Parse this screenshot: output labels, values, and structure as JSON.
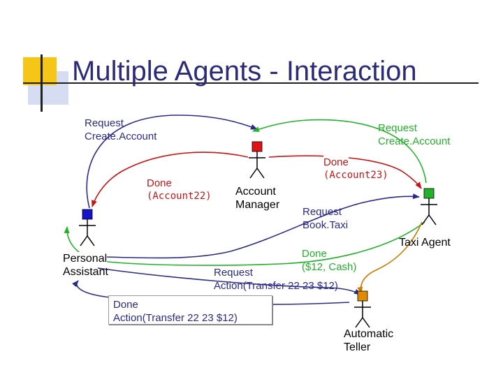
{
  "slide": {
    "title": "Multiple Agents - Interaction"
  },
  "agents": {
    "personal_assistant": {
      "line1": "Personal",
      "line2": "Assistant",
      "head_color": "#1414c8"
    },
    "account_manager": {
      "line1": "Account",
      "line2": "Manager",
      "head_color": "#e01414"
    },
    "taxi_agent": {
      "line1": "Taxi Agent",
      "head_color": "#22b22a"
    },
    "automatic_teller": {
      "line1": "Automatic",
      "line2": "Teller",
      "head_color": "#e08a00"
    }
  },
  "messages": {
    "request_create_account_blue": {
      "line1": "Request",
      "line2": "Create.Account",
      "color": "#2a2a8a"
    },
    "request_create_account_green": {
      "line1": "Request",
      "line2": "Create.Account",
      "color": "#22b22a"
    },
    "done_account22": {
      "line1": "Done",
      "line2": "(Account22)",
      "color": "#c81414"
    },
    "done_account23": {
      "line1": "Done",
      "line2": "(Account23)",
      "color": "#c81414"
    },
    "request_book_taxi": {
      "line1": "Request",
      "line2": "Book.Taxi",
      "color": "#2a2a8a"
    },
    "done_cash": {
      "line1": "Done",
      "line2": "($12, Cash)",
      "color": "#22b22a"
    },
    "request_action_transfer": {
      "line1": "Request",
      "line2": "Action(Transfer 22 23 $12)",
      "color": "#2a2a8a"
    },
    "done_action_transfer": {
      "line1": "Done",
      "line2": "Action(Transfer 22 23 $12)",
      "color": "#2a2a8a"
    }
  }
}
